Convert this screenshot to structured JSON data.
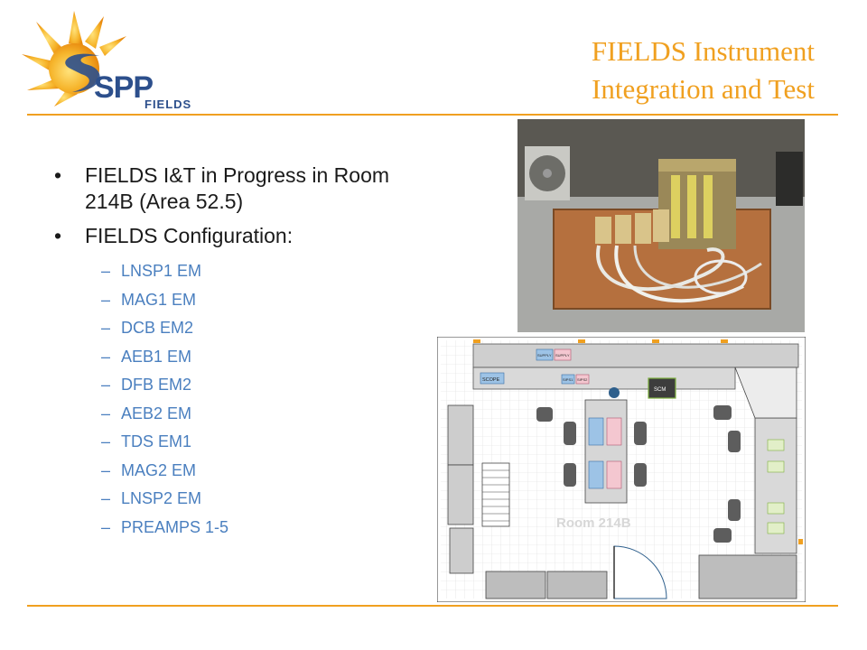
{
  "title": {
    "line1": "FIELDS Instrument",
    "line2": "Integration and Test"
  },
  "logo": {
    "icon": "spp-fields-sun-logo",
    "main_text": "SPP",
    "sub_text": "FIELDS"
  },
  "bullets": [
    {
      "text": "FIELDS I&T in Progress in Room 214B (Area 52.5)"
    },
    {
      "text": "FIELDS Configuration:"
    }
  ],
  "configuration_items": [
    "LNSP1 EM",
    "MAG1 EM",
    "DCB EM2",
    "AEB1 EM",
    "DFB EM2",
    "AEB2 EM",
    "TDS EM1",
    "MAG2 EM",
    "LNSP2 EM",
    "PREAMPS 1-5"
  ],
  "floor_plan": {
    "room_label": "Room 214B",
    "scope_label": "SCOPE",
    "scm_label": "SCM",
    "box_labels": [
      "SUPPLY",
      "SUPPLY",
      "SIPS1",
      "SIPS2"
    ]
  },
  "colors": {
    "accent": "#f0a020",
    "sub_item": "#4a7fbf",
    "logo_blue": "#2c4f8c"
  }
}
